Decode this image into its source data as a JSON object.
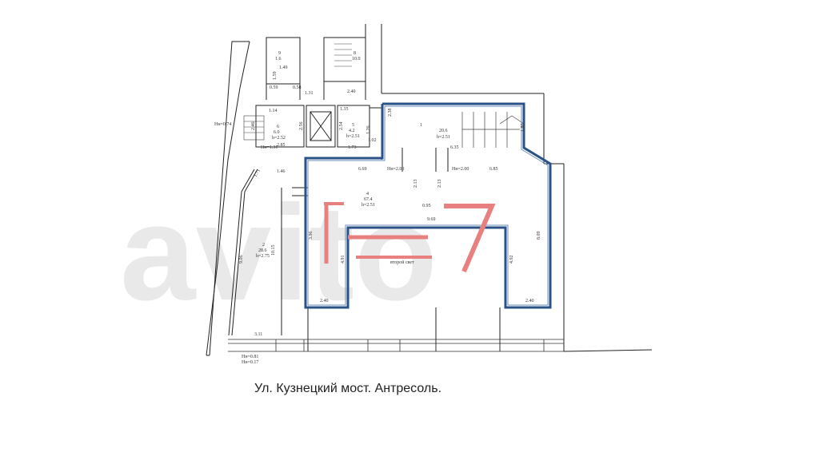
{
  "caption": "Ул. Кузнецкий мост. Антресоль.",
  "stamp": "1-7",
  "watermark": "avito",
  "rooms": {
    "r1": {
      "num": "1",
      "area": "20.6",
      "height": "h=2.51"
    },
    "r4": {
      "num": "4",
      "area": "67.4",
      "height": "h=2.51"
    },
    "r_left": {
      "num": "2",
      "area": "28.6",
      "height": "h=2.75"
    },
    "small1": {
      "num": "6",
      "area": "6.0",
      "height": "h=2.52"
    },
    "small2": {
      "num": "5",
      "area": "4.2",
      "height": "h=2.51"
    },
    "top_stair": {
      "num": "8",
      "area": "10.0"
    },
    "top_wc": {
      "num": "9",
      "area": "1.6"
    },
    "void_label": "второй свет"
  },
  "dimensions": {
    "d_969": "9.69",
    "d_669": "6.69",
    "d_685": "6.85",
    "d_240a": "2.40",
    "d_240b": "2.40",
    "d_809": "8.09",
    "d_396": "3.96",
    "d_491": "4.91",
    "d_492": "4.92",
    "d_213a": "2.13",
    "d_213b": "2.13",
    "d_095": "0.95",
    "d_311": "3.11",
    "d_1015": "10.15",
    "d_906": "9.06",
    "d_171": "1.71",
    "d_146": "1.46",
    "d_285": "2.85",
    "d_114": "1.14",
    "d_246": "2.46",
    "d_256": "2.56",
    "d_254": "2.54",
    "d_126": "1.26",
    "d_102": "1.02",
    "d_173": "1.73",
    "d_135": "1.35",
    "d_238": "2.38",
    "d_180": "1.80",
    "d_635": "6.35",
    "d_149": "1.49",
    "d_159": "1.59",
    "d_058": "0.58",
    "d_059": "0.59",
    "d_240c": "2.40",
    "d_131": "1.31"
  },
  "marks": {
    "hn_a": "Нн=2.00",
    "hn_b": "Нн=2.00",
    "hn_c": "Нн=1.31",
    "hn_d": "Нн=0.74",
    "hn_e": "Нн=0.81",
    "hn_f": "Нн=0.17"
  }
}
